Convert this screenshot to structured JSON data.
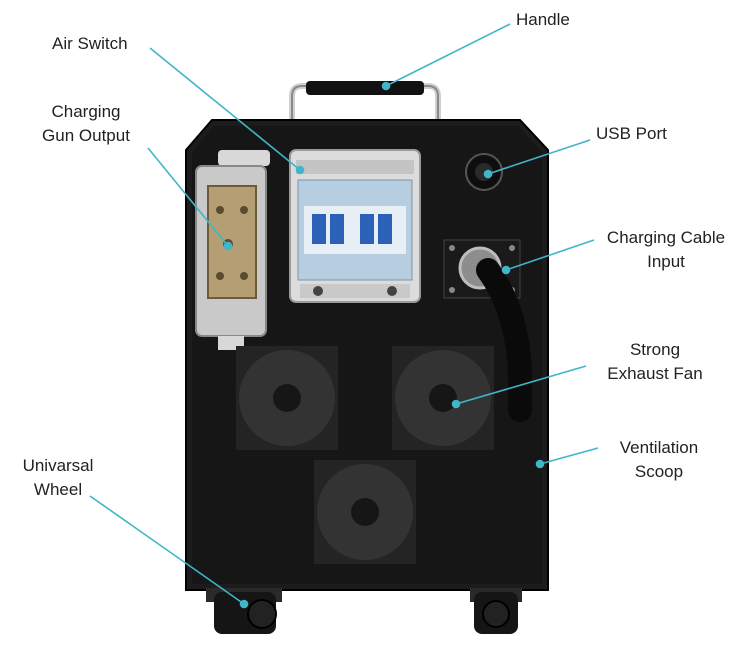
{
  "labels": {
    "handle": "Handle",
    "air_switch": "Air Switch",
    "charging_gun_output_1": "Charging",
    "charging_gun_output_2": "Gun Output",
    "usb_port": "USB Port",
    "charging_cable_input_1": "Charging Cable",
    "charging_cable_input_2": "Input",
    "strong_exhaust_fan_1": "Strong",
    "strong_exhaust_fan_2": "Exhaust Fan",
    "ventilation_scoop_1": "Ventilation",
    "ventilation_scoop_2": "Scoop",
    "universal_wheel_1": "Univarsal",
    "universal_wheel_2": "Wheel"
  },
  "colors": {
    "leader_line": "#3fb6c9",
    "body": "#1f1f1f",
    "panel": "#0d0d0d",
    "background": "#ffffff"
  }
}
